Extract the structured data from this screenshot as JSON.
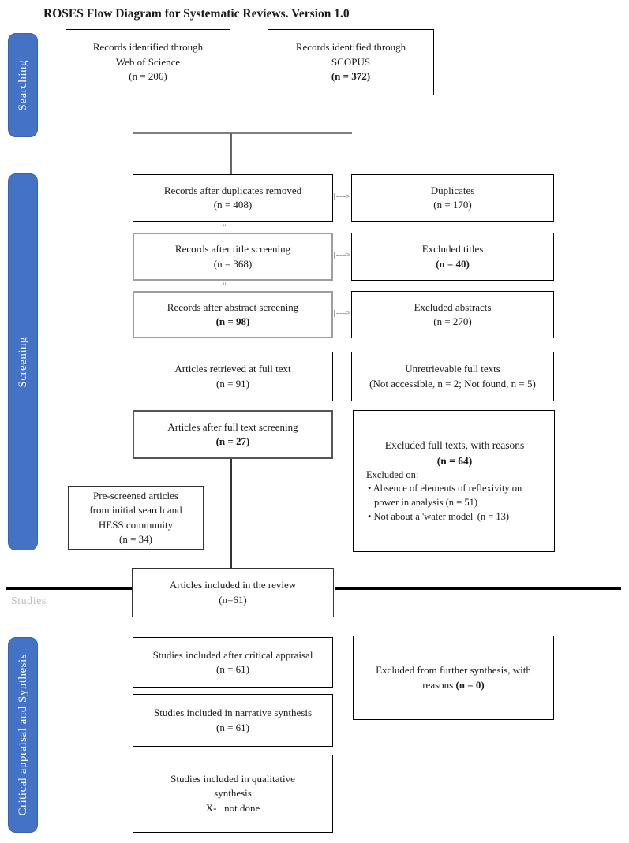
{
  "title": "ROSES Flow Diagram for Systematic Reviews. Version 1.0",
  "sidebar": {
    "searching": "Searching",
    "screening": "Screening",
    "critical": "Critical appraisal and Synthesis"
  },
  "section_label": "Studies",
  "connectors": {
    "arrow_head": ">",
    "gap_mark": "\""
  },
  "boxes": {
    "wos": {
      "line1": "Records identified through",
      "line2": "Web of Science",
      "count": "(n = 206)"
    },
    "scopus": {
      "line1": "Records identified through",
      "line2": "SCOPUS",
      "count": "(n = 372)"
    },
    "duplicates_removed": {
      "line1": "Records after duplicates removed",
      "count": "(n = 408)"
    },
    "duplicates": {
      "line1": "Duplicates",
      "count": "(n = 170)"
    },
    "title_screening": {
      "line1": "Records after title screening",
      "count": "(n = 368)"
    },
    "excluded_titles": {
      "line1": "Excluded  titles",
      "count": "(n = 40)"
    },
    "abstract_screening": {
      "line1": "Records after abstract screening",
      "count": "(n = 98)"
    },
    "excluded_abstracts": {
      "line1": "Excluded abstracts",
      "count": "(n = 270)"
    },
    "full_text_retrieved": {
      "line1": "Articles retrieved at full text",
      "count": "(n = 91)"
    },
    "unretrievable": {
      "line1": "Unretrievable full texts",
      "line2": "(Not accessible,  n = 2; Not found, n = 5)"
    },
    "full_text_screening": {
      "line1": "Articles after full text screening",
      "count": "(n = 27)"
    },
    "excluded_full_texts": {
      "line1": "Excluded full texts, with reasons",
      "count": "(n = 64)",
      "intro": "Excluded on:",
      "bullet1": "• Absence of elements of reflexivity on power  in analysis  (n = 51)",
      "bullet2": "• Not about a 'water model' (n = 13)"
    },
    "prescreened": {
      "line1": "Pre-screened articles",
      "line2": "from initial search and",
      "line3": "HESS community",
      "count": "(n = 34)"
    },
    "included_review": {
      "line1": "Articles included in the review",
      "count": "(n=61)"
    },
    "critical_appraisal": {
      "line1": "Studies included after critical appraisal",
      "count": "(n = 61)"
    },
    "narrative_synthesis": {
      "line1": "Studies included in narrative synthesis",
      "count": "(n = 61)"
    },
    "excluded_synthesis": {
      "line1": "Excluded from further synthesis, with",
      "line2_prefix": "reasons ",
      "count": "(n = 0)"
    },
    "qualitative_synthesis": {
      "line1": "Studies included in qualitative",
      "line2": "synthesis",
      "line3": "X-   not done"
    }
  }
}
